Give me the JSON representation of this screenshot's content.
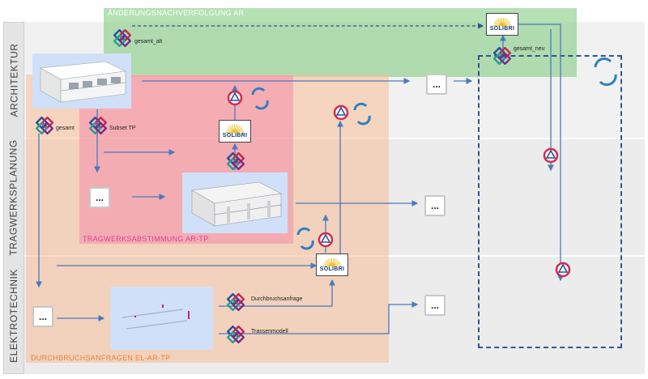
{
  "lanes": [
    {
      "id": "architektur",
      "label": "ARCHITEKTUR"
    },
    {
      "id": "tragwerksplanung",
      "label": "TRAGWERKSPLANUNG"
    },
    {
      "id": "elektrotechnik",
      "label": "ELEKTROTECHNIK"
    }
  ],
  "zones": {
    "aenderung": {
      "title": "ÄNDERUNGSNACHVERFOLGUNG AR",
      "color": "#1e9a48"
    },
    "tragwerk": {
      "title": "TRAGWERKSABSTIMMUNG AR-TP",
      "color": "#e0409a"
    },
    "durchbruch": {
      "title": "DURCHBRUCHSANFRAGEN EL-AR-TP",
      "color": "#e8843a"
    }
  },
  "models": {
    "gesamt_alt": "gesamt_alt",
    "gesamt_neu": "gesamt_neu",
    "gesamt": "gesamt",
    "subset_tp": "Subset TP",
    "durchbruchsanfrage": "Durchbruchsanfrage",
    "trassenmodell": "Trassenmodell"
  },
  "solibri_label": "SOLIBRI",
  "placeholder": "...",
  "icons": [
    "ifc-model-icon",
    "bcf-issue-icon",
    "sync-icon",
    "solibri-logo",
    "building-model-image",
    "cable-tray-model-image"
  ]
}
